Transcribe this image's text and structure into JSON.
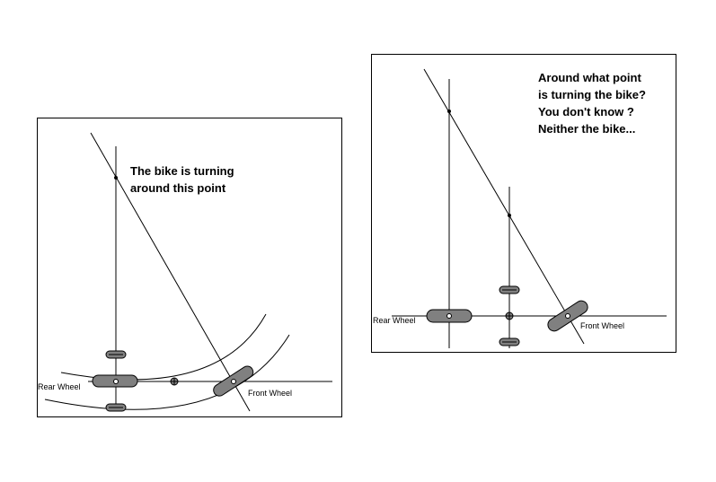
{
  "left_panel": {
    "caption": [
      "The bike is turning",
      "around this point"
    ],
    "rear_wheel_label": "Rear Wheel",
    "front_wheel_label": "Front Wheel"
  },
  "right_panel": {
    "caption": [
      "Around what point",
      "is turning the bike?",
      "You don't know ?",
      "Neither the bike..."
    ],
    "rear_wheel_label": "Rear Wheel",
    "front_wheel_label": "Front Wheel"
  },
  "colors": {
    "wheel_fill": "#808080",
    "line": "#000000",
    "background": "#ffffff"
  }
}
